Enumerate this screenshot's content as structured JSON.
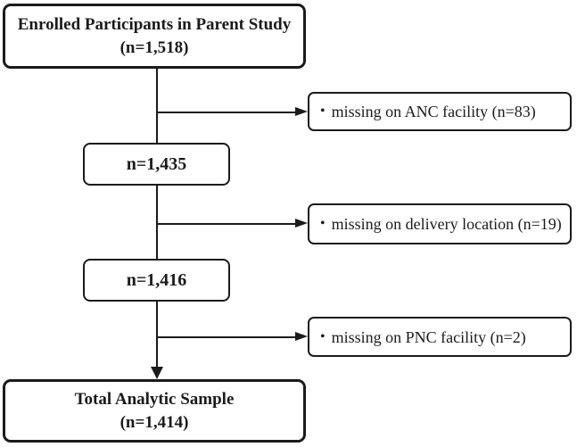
{
  "diagram": {
    "colors": {
      "ink": "#1b1b1b",
      "background": "#ffffff"
    },
    "nodes": {
      "enrolled": {
        "line1": "Enrolled Participants in Parent Study",
        "line2": "(n=1,518)"
      },
      "after_anc": {
        "label": "n=1,435"
      },
      "after_delivery": {
        "label": "n=1,416"
      },
      "total": {
        "line1": "Total Analytic Sample",
        "line2": "(n=1,414)"
      },
      "excl_anc": {
        "bullet": "•",
        "label": "missing on ANC facility (n=83)"
      },
      "excl_delivery": {
        "bullet": "•",
        "label": "missing on delivery location (n=19)"
      },
      "excl_pnc": {
        "bullet": "•",
        "label": "missing on PNC facility (n=2)"
      }
    },
    "edges": [
      {
        "from": "enrolled",
        "to": "after_anc"
      },
      {
        "from": "enrolled",
        "to": "excl_anc"
      },
      {
        "from": "after_anc",
        "to": "after_delivery"
      },
      {
        "from": "after_anc",
        "to": "excl_delivery"
      },
      {
        "from": "after_delivery",
        "to": "total"
      },
      {
        "from": "after_delivery",
        "to": "excl_pnc"
      }
    ]
  }
}
